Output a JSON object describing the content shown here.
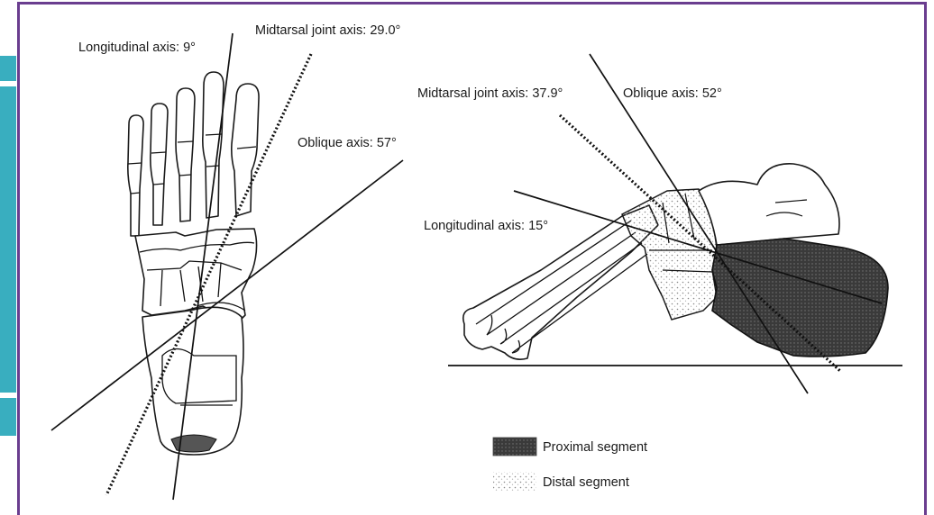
{
  "figure": {
    "left_view": {
      "labels": {
        "longitudinal": "Longitudinal axis: 9°",
        "midtarsal": "Midtarsal joint axis: 29.0°",
        "oblique": "Oblique axis: 57°"
      }
    },
    "right_view": {
      "labels": {
        "midtarsal": "Midtarsal joint axis: 37.9°",
        "oblique": "Oblique axis: 52°",
        "longitudinal": "Longitudinal axis: 15°"
      }
    },
    "legend": {
      "proximal": "Proximal segment",
      "distal": "Distal segment"
    }
  },
  "colors": {
    "frame_border": "#6a3d8f",
    "side_tab": "#39aebf",
    "ink": "#111111",
    "proximal_fill": "#2b2b2b"
  }
}
